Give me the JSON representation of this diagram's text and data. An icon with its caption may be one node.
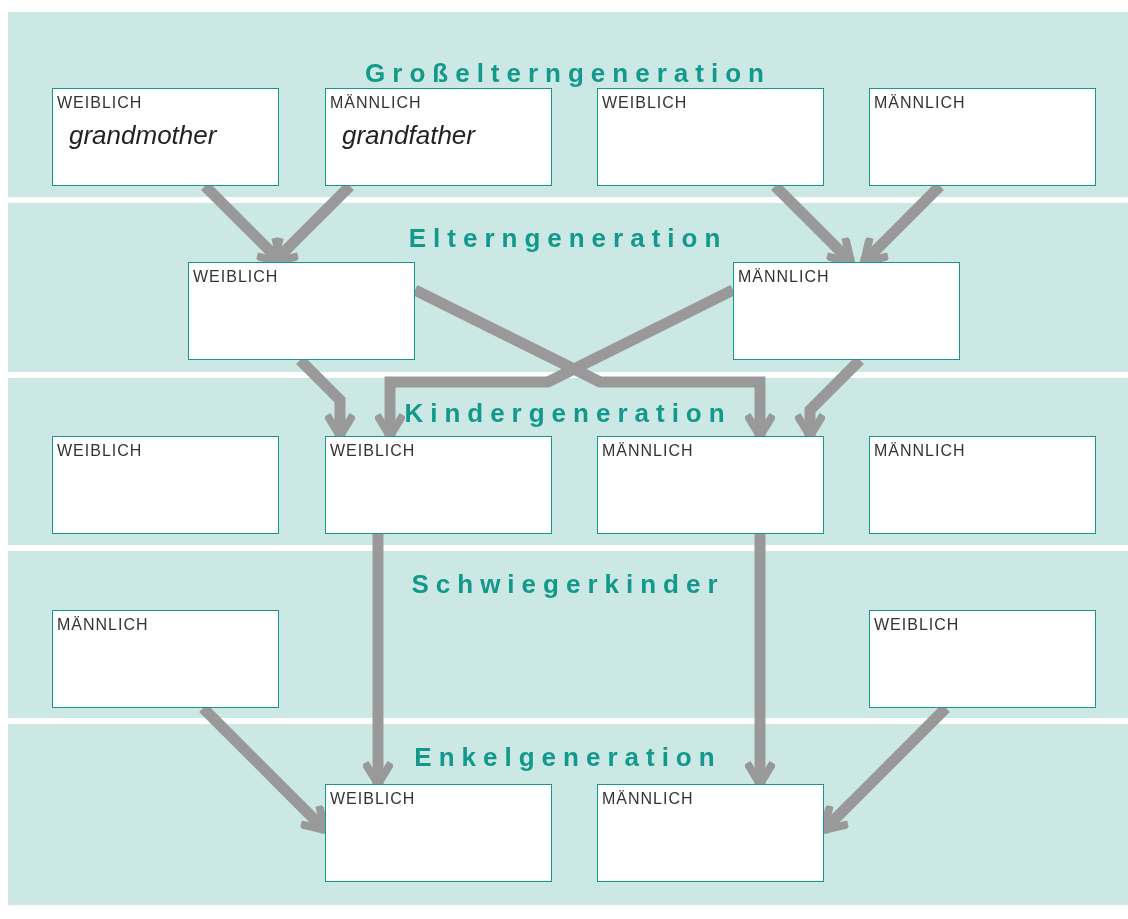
{
  "diagram": {
    "nodes": [
      {
        "text": [
          "Großelterngeneration"
        ]
      },
      {
        "text": [
          "WEIBLICH",
          "grandmother"
        ],
        "in": 0
      },
      {
        "text": [
          "MÄNNLICH",
          "grandfather"
        ],
        "in": 0
      },
      {
        "text": [
          "WEIBLICH"
        ],
        "in": 0
      },
      {
        "text": [
          "MÄNNLICH"
        ],
        "in": 0
      },
      {
        "text": [
          "Elterngeneration"
        ]
      },
      {
        "text": [
          "WEIBLICH"
        ],
        "in": 5
      },
      {
        "text": [
          "MÄNNLICH"
        ],
        "in": 5
      },
      {
        "text": [
          "Kindergeneration"
        ]
      },
      {
        "text": [
          "WEIBLICH"
        ],
        "in": 8
      },
      {
        "text": [
          "WEIBLICH"
        ],
        "in": 8
      },
      {
        "text": [
          "MÄNNLICH"
        ],
        "in": 8
      },
      {
        "text": [
          "MÄNNLICH"
        ],
        "in": 8
      },
      {
        "text": [
          "Schwiegerkinder"
        ]
      },
      {
        "text": [
          "MÄNNLICH"
        ],
        "in": 13
      },
      {
        "text": [
          "WEIBLICH"
        ],
        "in": 13
      },
      {
        "text": [
          "Enkelgeneration"
        ]
      },
      {
        "text": [
          "WEIBLICH"
        ],
        "in": 16
      },
      {
        "text": [
          "MÄNNLICH"
        ],
        "in": 16
      }
    ],
    "edges": [
      {
        "from": 1,
        "to": 6,
        "arrow": "to"
      },
      {
        "from": 2,
        "to": 6,
        "arrow": "to"
      },
      {
        "from": 3,
        "to": 7,
        "arrow": "to"
      },
      {
        "from": 4,
        "to": 7,
        "arrow": "to"
      },
      {
        "from": 6,
        "to": 10,
        "arrow": "to"
      },
      {
        "from": 6,
        "to": 11,
        "arrow": "to"
      },
      {
        "from": 7,
        "to": 10,
        "arrow": "to"
      },
      {
        "from": 7,
        "to": 11,
        "arrow": "to"
      },
      {
        "from": 10,
        "to": 17,
        "arrow": "to"
      },
      {
        "from": 11,
        "to": 18,
        "arrow": "to"
      },
      {
        "from": 14,
        "to": 17,
        "arrow": "to"
      },
      {
        "from": 15,
        "to": 18,
        "arrow": "to"
      }
    ]
  }
}
